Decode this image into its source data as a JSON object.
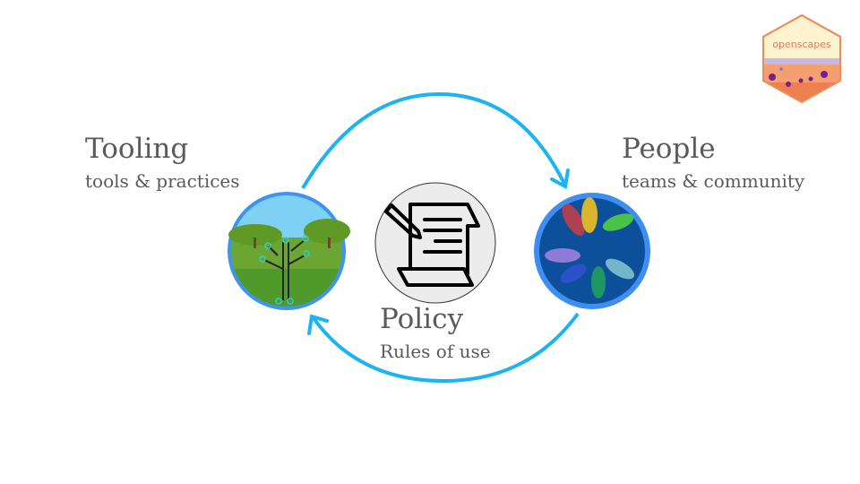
{
  "logo": {
    "text": "openscapes"
  },
  "tooling": {
    "title": "Tooling",
    "subtitle": "tools & practices"
  },
  "people": {
    "title": "People",
    "subtitle": "teams & community"
  },
  "policy": {
    "title": "Policy",
    "subtitle": "Rules of use"
  },
  "colors": {
    "arrow": "#1cb3f2",
    "text": "#5a5a5a",
    "ring": "#3d8ef0"
  }
}
